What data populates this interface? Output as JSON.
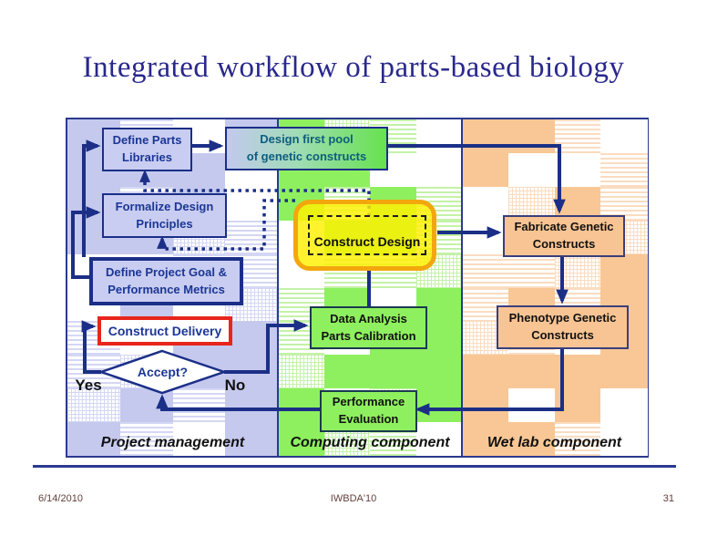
{
  "slide": {
    "title": "Integrated workflow of parts-based biology",
    "footer": {
      "date": "6/14/2010",
      "conference": "IWBDA'10",
      "page": "31"
    }
  },
  "diagram": {
    "zones": [
      {
        "id": "project-management",
        "label": "Project management",
        "solid": "#c5c9ee",
        "light": "#d4d7f4"
      },
      {
        "id": "computing-component",
        "label": "Computing component",
        "solid": "#8ef05e",
        "light": "#c4f2a8"
      },
      {
        "id": "wet-lab-component",
        "label": "Wet lab component",
        "solid": "#f8c795",
        "light": "#fbdcc0"
      }
    ],
    "nodes": {
      "define_parts": {
        "lines": [
          "Define Parts",
          "Libraries"
        ]
      },
      "design_first_pool": {
        "lines": [
          "Design first pool",
          "of genetic constructs"
        ]
      },
      "formalize": {
        "lines": [
          "Formalize Design",
          "Principles"
        ]
      },
      "define_goal": {
        "lines": [
          "Define Project Goal &",
          "Performance Metrics"
        ]
      },
      "construct_delivery": {
        "lines": [
          "Construct Delivery"
        ]
      },
      "construct_design": {
        "lines": [
          "Construct Design"
        ]
      },
      "data_analysis": {
        "lines": [
          "Data Analysis",
          "Parts Calibration"
        ]
      },
      "performance_eval": {
        "lines": [
          "Performance",
          "Evaluation"
        ]
      },
      "fabricate": {
        "lines": [
          "Fabricate Genetic",
          "Constructs"
        ]
      },
      "phenotype": {
        "lines": [
          "Phenotype Genetic",
          "Constructs"
        ]
      }
    },
    "decision": {
      "label": "Accept?",
      "yes": "Yes",
      "no": "No"
    },
    "colors": {
      "connector": "#1b2f87",
      "border": "#2b3a8f",
      "highlight_fill": "#fff000",
      "highlight_border": "#f2a70d",
      "delivery_border": "#e8251c"
    }
  }
}
